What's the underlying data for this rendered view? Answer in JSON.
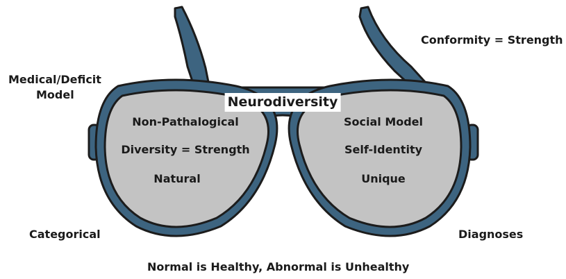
{
  "labels": {
    "top_right": "Conformity = Strength",
    "left_line1": "Medical/Deficit",
    "left_line2": "Model",
    "bottom_left": "Categorical",
    "bottom_right": "Diagnoses",
    "bottom_center": "Normal is Healthy, Abnormal is Unhealthy"
  },
  "center_title": "Neurodiversity",
  "left_lens": {
    "items": [
      "Non-Pathalogical",
      "Diversity = Strength",
      "Natural"
    ]
  },
  "right_lens": {
    "items": [
      "Social Model",
      "Self-Identity",
      "Unique"
    ]
  },
  "colors": {
    "frame": "#3d6480",
    "frame_dark": "#243f52",
    "lens": "#c3c3c3",
    "outline": "#1c1c1c"
  }
}
